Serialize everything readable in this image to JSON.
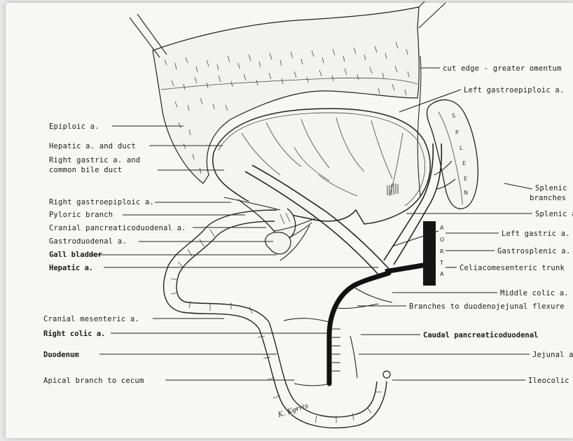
{
  "labels_left": {
    "epiploic": "Epiploic a.",
    "hepatic_duct": "Hepatic a. and duct",
    "right_gastric_1": "Right gastric a. and",
    "right_gastric_2": "common bile duct",
    "right_gastroepiploic": "Right gastroepiploic a.",
    "pyloric": "Pyloric branch",
    "cranial_pancreaticoduodenal": "Cranial pancreaticoduodenal a.",
    "gastroduodenal": "Gastroduodenal a.",
    "gall_bladder": "Gall bladder",
    "hepatic": "Hepatic a.",
    "cranial_mesenteric": "Cranial mesenteric a.",
    "right_colic": "Right colic a.",
    "duodenum": "Duodenum",
    "apical_branch": "Apical branch to cecum"
  },
  "labels_right": {
    "cut_edge": "cut edge - greater omentum",
    "left_gastroepiploic": "Left gastroepiploic a.",
    "splenic_branches_1": "Splenic",
    "splenic_branches_2": "branches",
    "splenic": "Splenic a.",
    "left_gastric": "Left gastric a.",
    "gastrosplenic": "Gastrosplenic a.",
    "celiacomesenteric": "Celiacomesenteric trunk",
    "middle_colic": "Middle colic a.",
    "duodenojejunal": "Branches to duodenojejunal flexure",
    "caudal_pancreaticoduodenal": "Caudal pancreaticoduodenal",
    "jejunal": "Jejunal a.",
    "ileocolic": "Ileocolic"
  },
  "aorta_letters": [
    "A",
    "O",
    "R",
    "T",
    "A"
  ],
  "spleen_letters": [
    "S",
    "P",
    "L",
    "E",
    "E",
    "N"
  ],
  "signature": "K. Kerris"
}
